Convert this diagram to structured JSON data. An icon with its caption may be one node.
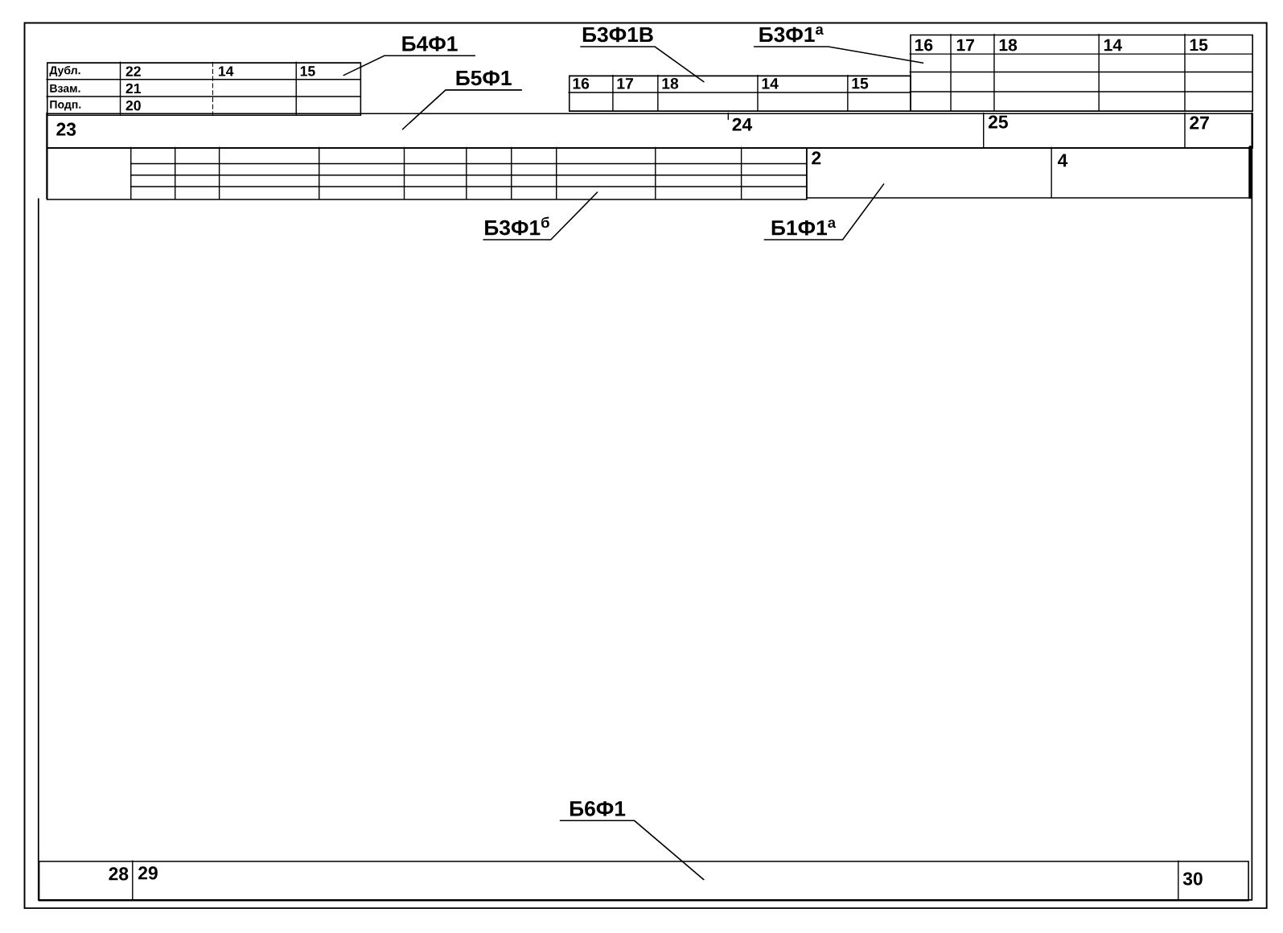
{
  "diagram": {
    "nodes": [
      {
        "text": [
          "Б4Ф1"
        ]
      },
      {
        "text": [
          "Б3Ф1В"
        ]
      },
      {
        "text": [
          "Б3Ф1$^{а}$"
        ]
      },
      {
        "text": [
          "Б5Ф1"
        ]
      },
      {
        "text": [],
        "shape": "box"
      },
      {
        "text": [],
        "shape": "box"
      },
      {
        "text": [],
        "shape": "box"
      },
      {
        "text": [],
        "shape": "box"
      },
      {
        "text": [],
        "shape": "box"
      },
      {
        "text": [],
        "shape": "box"
      },
      {
        "text": [
          "Б3Ф1$^{б}$"
        ]
      },
      {
        "text": [
          "Б1Ф1$^{а}$"
        ]
      },
      {
        "text": [
          "Б6Ф1"
        ]
      },
      {
        "text": [],
        "shape": "box"
      }
    ],
    "edges": [
      {
        "from": 0,
        "to": 5,
        "arrow": "none"
      },
      {
        "from": 1,
        "to": 6,
        "arrow": "none"
      },
      {
        "from": 2,
        "to": 4,
        "arrow": "none"
      },
      {
        "from": 3,
        "to": 7,
        "arrow": "none"
      },
      {
        "from": 10,
        "to": 8,
        "arrow": "none"
      },
      {
        "from": 11,
        "to": 9,
        "arrow": "none"
      },
      {
        "from": 12,
        "to": 13,
        "arrow": "none"
      }
    ],
    "labels": [
      "16",
      "17",
      "18",
      "14",
      "15",
      "Дубл.",
      "22",
      "14",
      "15",
      "16",
      "17",
      "18",
      "14",
      "15",
      "Взам.",
      "21",
      "Подп.",
      "20",
      "23",
      "24",
      "25",
      "27",
      "2",
      "4",
      "28",
      "29",
      "30"
    ]
  }
}
